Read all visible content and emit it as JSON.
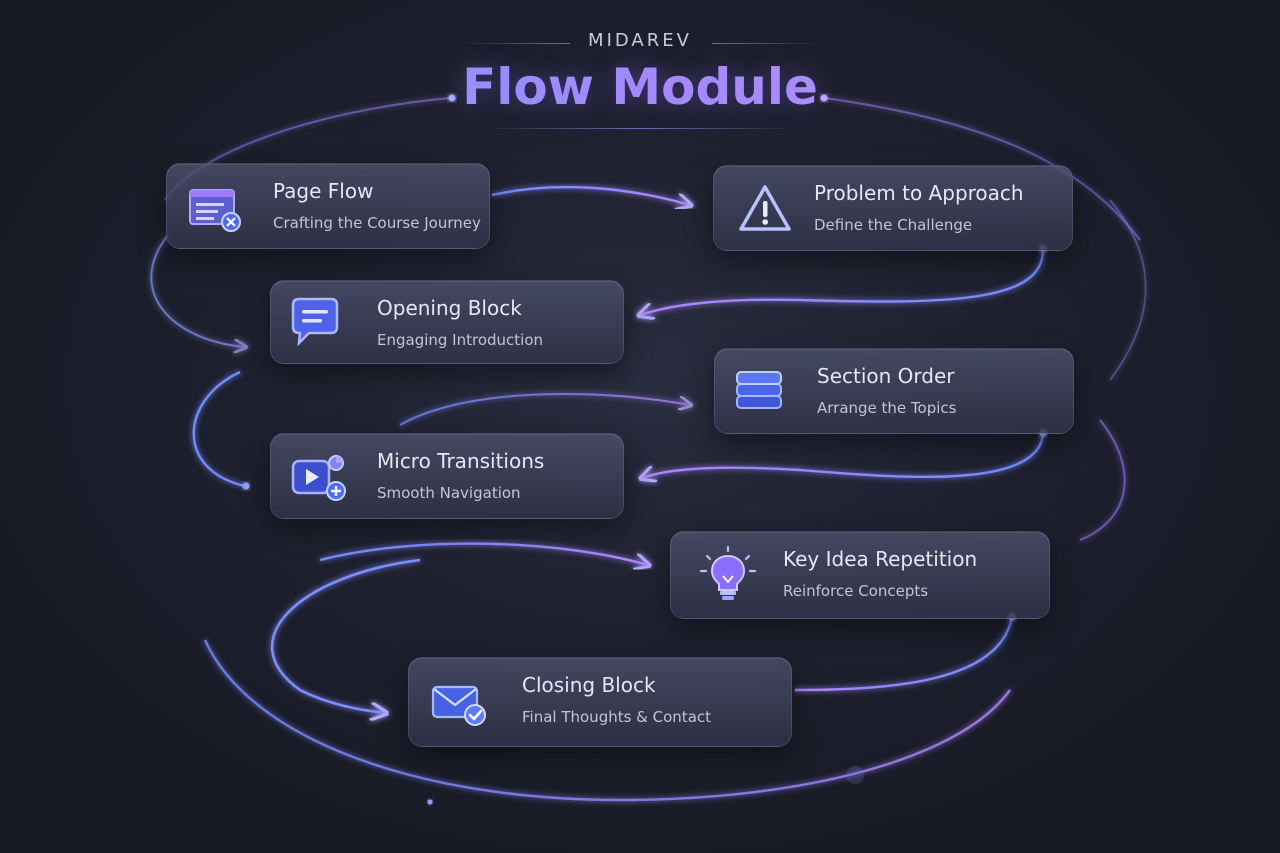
{
  "header": {
    "brand": "MIDAREV",
    "title": "Flow Module"
  },
  "cards": [
    {
      "id": "page-flow",
      "title": "Page Flow",
      "subtitle": "Crafting the Course Journey",
      "icon": "page-layout-icon"
    },
    {
      "id": "problem-to-approach",
      "title": "Problem to Approach",
      "subtitle": "Define the Challenge",
      "icon": "warning-triangle-icon"
    },
    {
      "id": "opening-block",
      "title": "Opening Block",
      "subtitle": "Engaging Introduction",
      "icon": "speech-bubble-icon"
    },
    {
      "id": "section-order",
      "title": "Section Order",
      "subtitle": "Arrange the Topics",
      "icon": "stacked-layers-icon"
    },
    {
      "id": "micro-transitions",
      "title": "Micro Transitions",
      "subtitle": "Smooth Navigation",
      "icon": "video-play-icon"
    },
    {
      "id": "key-idea-repetition",
      "title": "Key Idea Repetition",
      "subtitle": "Reinforce Concepts",
      "icon": "lightbulb-icon"
    },
    {
      "id": "closing-block",
      "title": "Closing Block",
      "subtitle": "Final Thoughts & Contact",
      "icon": "envelope-check-icon"
    }
  ],
  "colors": {
    "accent_blue": "#6f8cff",
    "accent_violet": "#a77dff",
    "background": "#1b1d29",
    "card_text": "#e6e7f2"
  }
}
